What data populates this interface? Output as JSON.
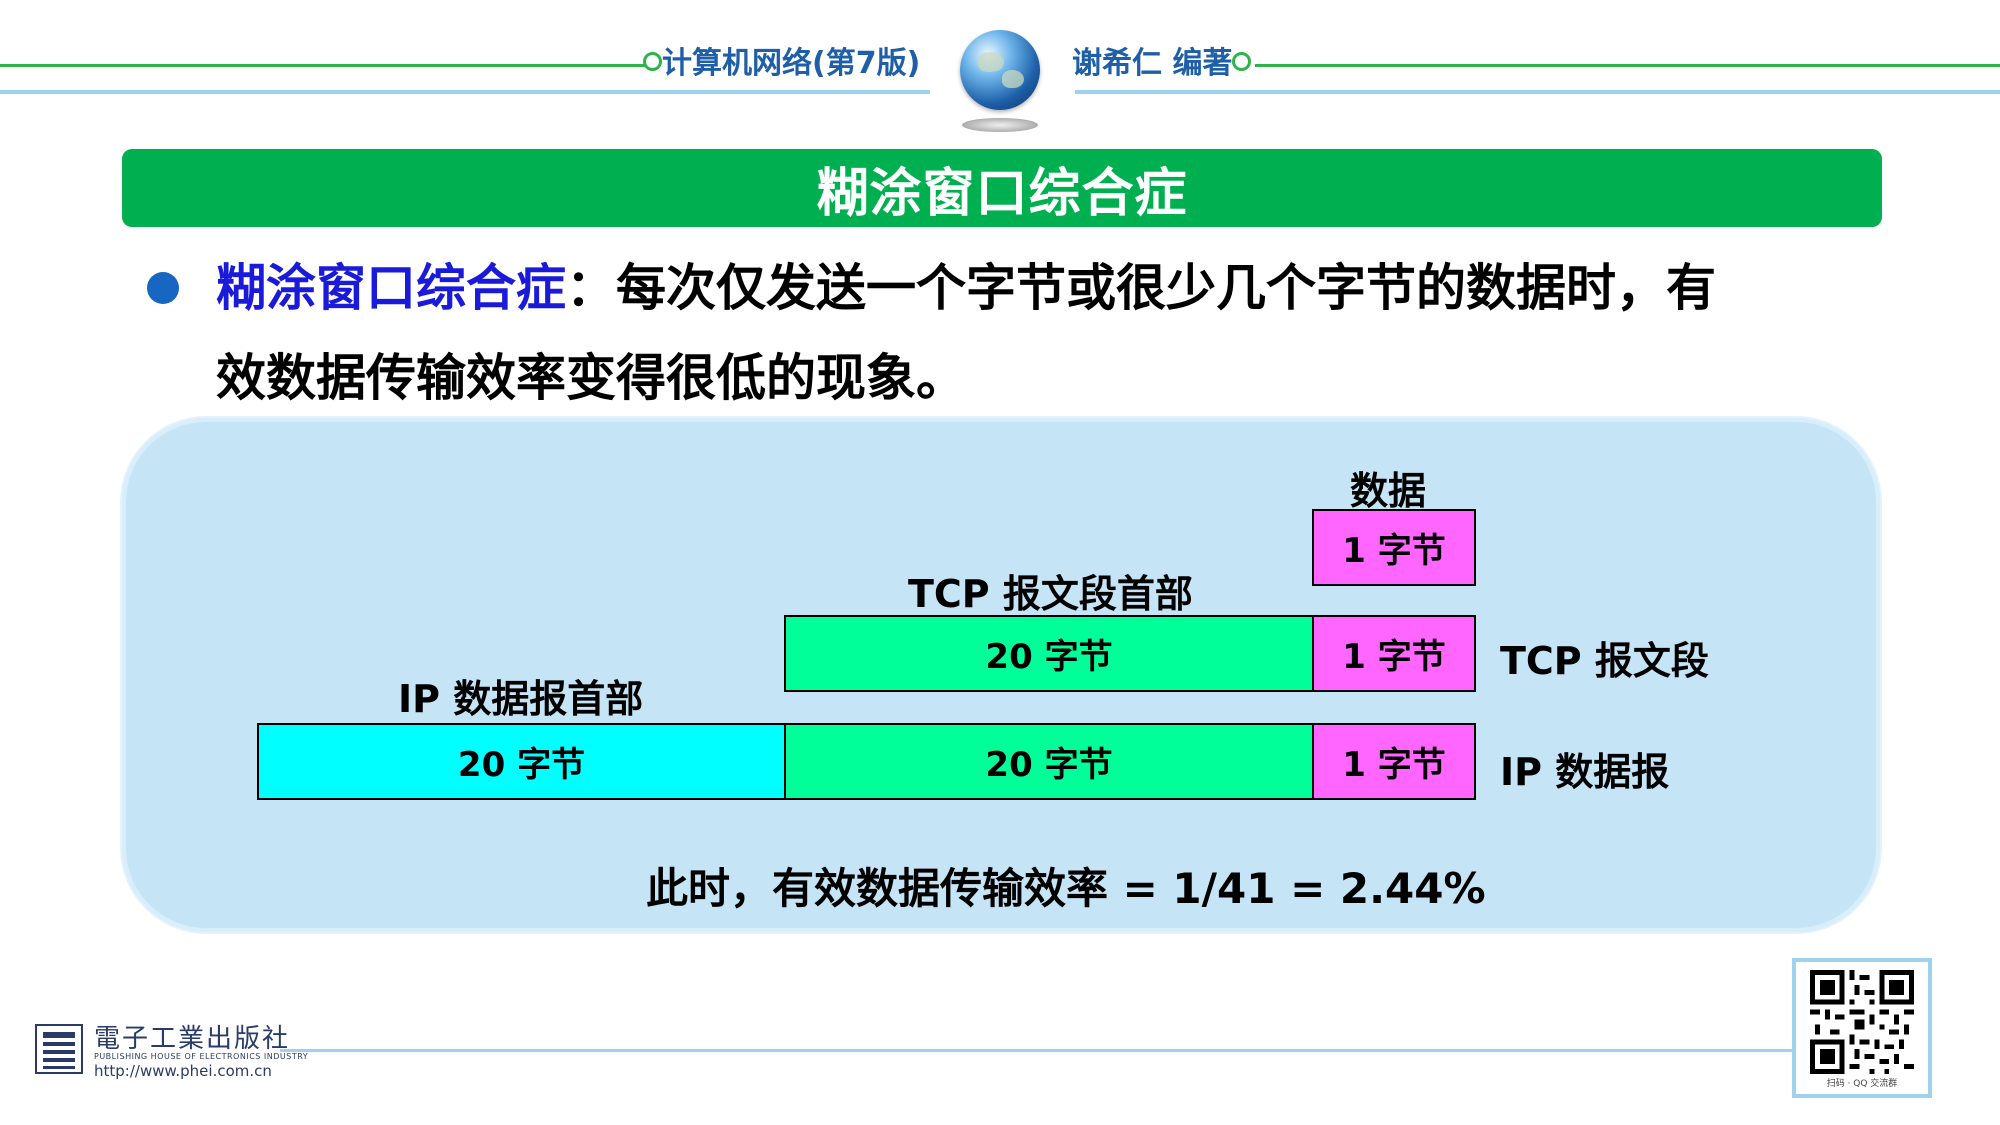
{
  "header": {
    "book_title": "计算机网络(第7版)",
    "author": "谢希仁 编著"
  },
  "slide_title": "糊涂窗口综合症",
  "bullet": {
    "term": "糊涂窗口综合症",
    "text_line1": "：每次仅发送一个字节或很少几个字节的数据时，有",
    "text_line2": "效数据传输效率变得很低的现象。"
  },
  "diagram": {
    "data_label": "数据",
    "tcp_header_label": "TCP 报文段首部",
    "ip_header_label": "IP 数据报首部",
    "data_box": "1 字节",
    "tcp_header_box": "20 字节",
    "tcp_data_box": "1 字节",
    "tcp_segment_label": "TCP 报文段",
    "ip_header_box": "20 字节",
    "ip_tcp_header_box": "20 字节",
    "ip_data_box": "1 字节",
    "ip_datagram_label": "IP 数据报",
    "efficiency_text": "此时，有效数据传输效率 = 1/41 = 2.44%",
    "colors": {
      "data": "#ff66ff",
      "tcp_header": "#00ff99",
      "ip_header": "#00ffff"
    }
  },
  "footer": {
    "publisher_name": "電子工業出版社",
    "publisher_en": "PUBLISHING HOUSE OF ELECTRONICS INDUSTRY",
    "publisher_url": "http://www.phei.com.cn",
    "qr_caption": "扫码 · QQ 交流群"
  },
  "icons": [
    "globe-icon",
    "publisher-logo-icon",
    "qr-code-icon"
  ]
}
